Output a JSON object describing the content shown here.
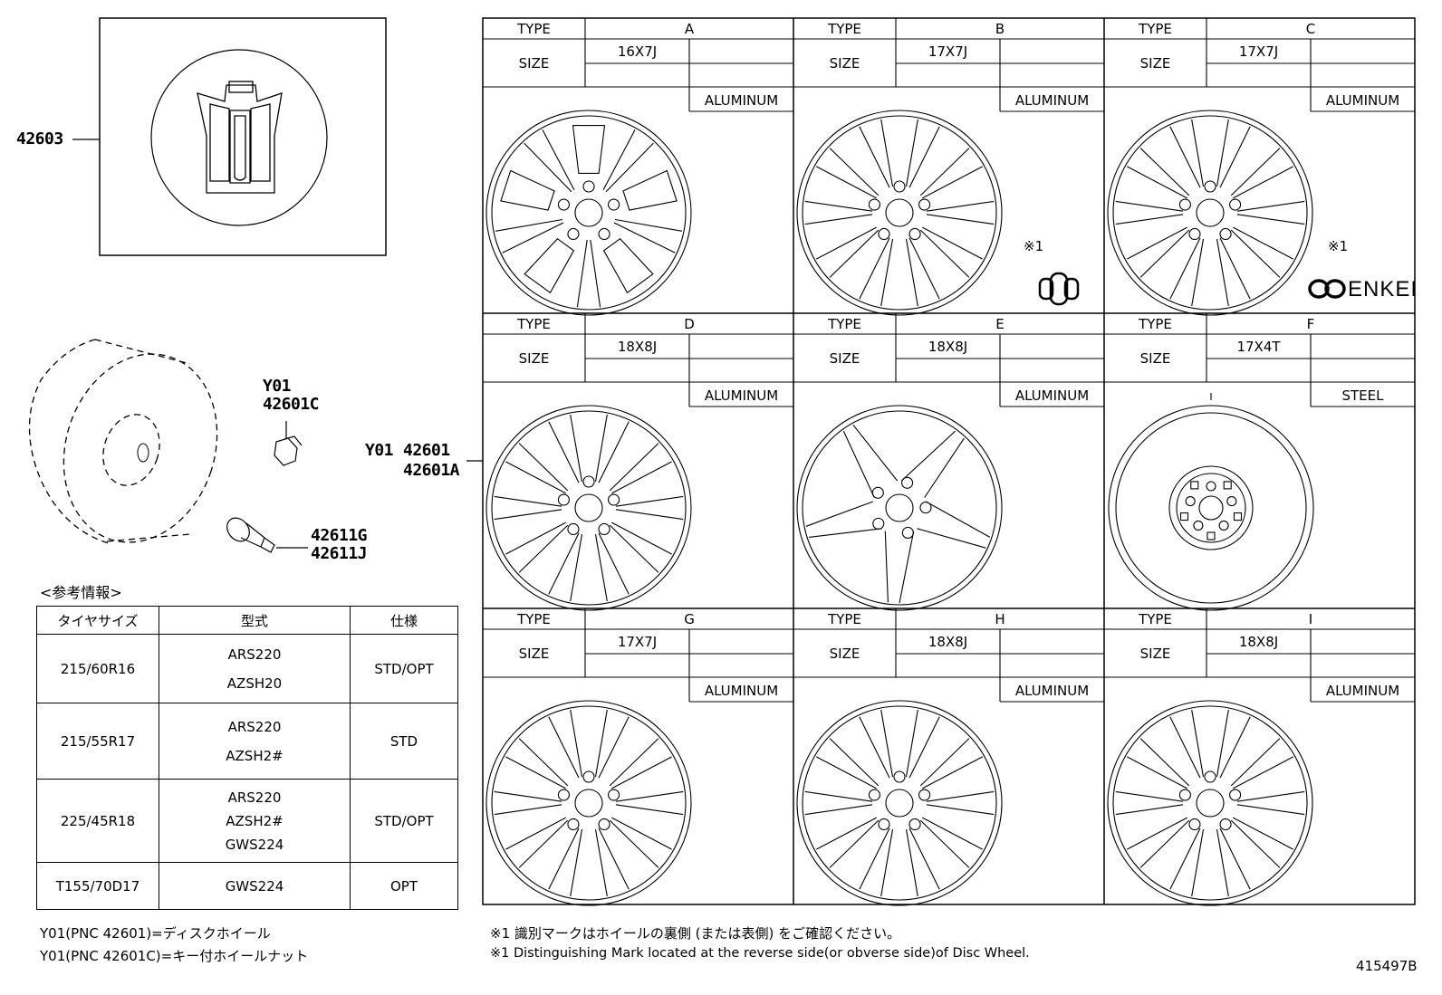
{
  "parts": {
    "cap": "42603",
    "nut_y": "Y01",
    "nut": "42601C",
    "wheel_y": "Y01",
    "wheel1": "42601",
    "wheel2": "42601A",
    "valve1": "42611G",
    "valve2": "42611J"
  },
  "grid": {
    "type_label": "TYPE",
    "size_label": "SIZE",
    "mark_note": "※1",
    "brand": "ENKEI",
    "wheels": [
      {
        "type": "A",
        "size": "16X7J",
        "material": "ALUMINUM"
      },
      {
        "type": "B",
        "size": "17X7J",
        "material": "ALUMINUM"
      },
      {
        "type": "C",
        "size": "17X7J",
        "material": "ALUMINUM"
      },
      {
        "type": "D",
        "size": "18X8J",
        "material": "ALUMINUM"
      },
      {
        "type": "E",
        "size": "18X8J",
        "material": "ALUMINUM"
      },
      {
        "type": "F",
        "size": "17X4T",
        "material": "STEEL"
      },
      {
        "type": "G",
        "size": "17X7J",
        "material": "ALUMINUM"
      },
      {
        "type": "H",
        "size": "18X8J",
        "material": "ALUMINUM"
      },
      {
        "type": "I",
        "size": "18X8J",
        "material": "ALUMINUM"
      }
    ]
  },
  "reference": {
    "title": "<参考情報>",
    "headers": [
      "タイヤサイズ",
      "型式",
      "仕様"
    ],
    "rows": [
      {
        "tire": "215/60R16",
        "models": [
          "ARS220",
          "AZSH20"
        ],
        "spec": "STD/OPT"
      },
      {
        "tire": "215/55R17",
        "models": [
          "ARS220",
          "AZSH2#"
        ],
        "spec": "STD"
      },
      {
        "tire": "225/45R18",
        "models": [
          "ARS220",
          "AZSH2#",
          "GWS224"
        ],
        "spec": "STD/OPT"
      },
      {
        "tire": "T155/70D17",
        "models": [
          "GWS224"
        ],
        "spec": "OPT"
      }
    ]
  },
  "notes": {
    "left1": "Y01(PNC 42601)=ディスクホイール",
    "left2": "Y01(PNC 42601C)=キー付ホイールナット",
    "right1": "※1 識別マークはホイールの裏側 (または表側) をご確認ください。",
    "right2": "※1 Distinguishing Mark located at the reverse side(or obverse side)of Disc Wheel.",
    "code": "415497B"
  }
}
